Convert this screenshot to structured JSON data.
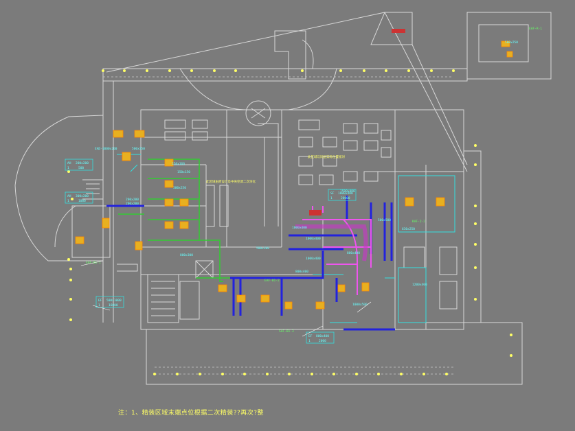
{
  "note": "注：1、精装区域末端点位根据二次精装??再次?整",
  "labels": {
    "room_note_left": "此区域由原设计及中央空调二次深化",
    "room_note_mid": "此区域厨房排风由厨房排烟二次深化",
    "room_note_right": "此区域与同层实际位置核对",
    "sizes": [
      "200x200",
      "500x300",
      "250x160",
      "150x150",
      "300x250",
      "1000x400",
      "800x400",
      "500x300",
      "1000x400",
      "1400x400",
      "800x400",
      "500x500",
      "1500x400",
      "630x250",
      "1200x400",
      "300x200",
      "500x250",
      "800x400",
      "1000x500",
      "630x250"
    ],
    "table_a": [
      "AH",
      "200x200",
      "1",
      "500"
    ],
    "table_b": [
      "AH",
      "300x200",
      "1",
      "1000"
    ],
    "table_c": [
      "EF",
      "500x1000",
      "1",
      "16000"
    ],
    "table_d": [
      "SF",
      "1000x400",
      "1",
      "20000"
    ],
    "table_e": [
      "EF",
      "800x400",
      "1",
      "2000"
    ],
    "eq_tags": [
      "EAF-B1-1",
      "EAF-B1-2",
      "SAF-B1-3",
      "EAF-1-1",
      "KAF-2-2",
      "EAF-R-1"
    ]
  }
}
